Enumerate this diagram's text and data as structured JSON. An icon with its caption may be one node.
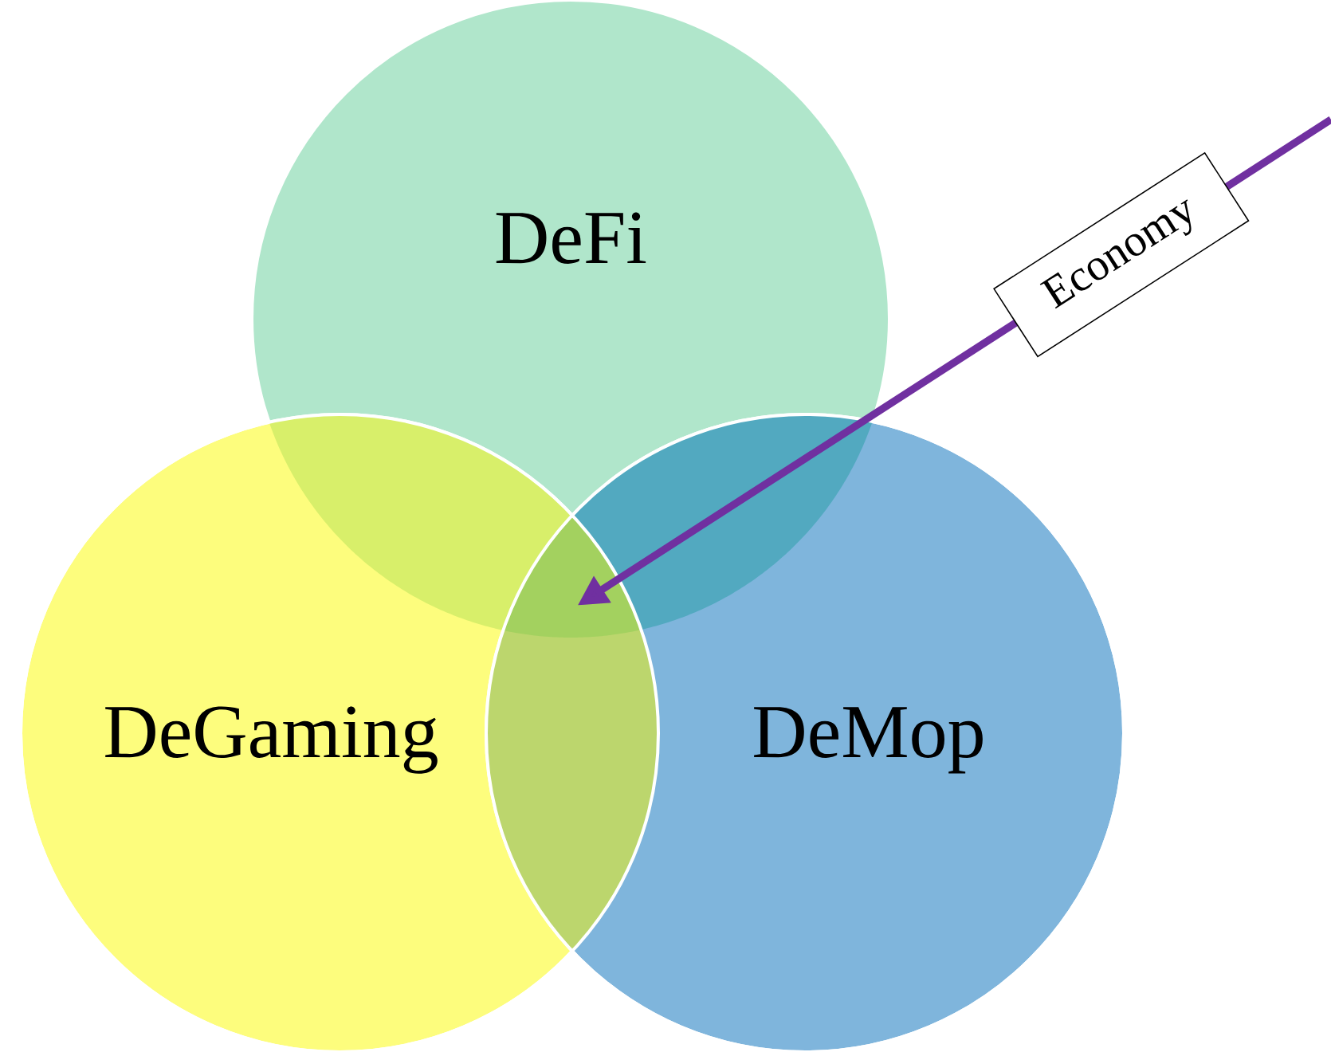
{
  "diagram": {
    "nodes": [
      {
        "text": [
          "DeFi"
        ]
      },
      {
        "text": [
          "DeGaming"
        ]
      },
      {
        "text": [
          "DeMop"
        ]
      },
      {
        "text": [],
        "shape": "region"
      }
    ],
    "edges": [
      {
        "from": null,
        "to": 3,
        "arrow": "to",
        "label": "Economy",
        "color": "#7030a0"
      }
    ]
  }
}
